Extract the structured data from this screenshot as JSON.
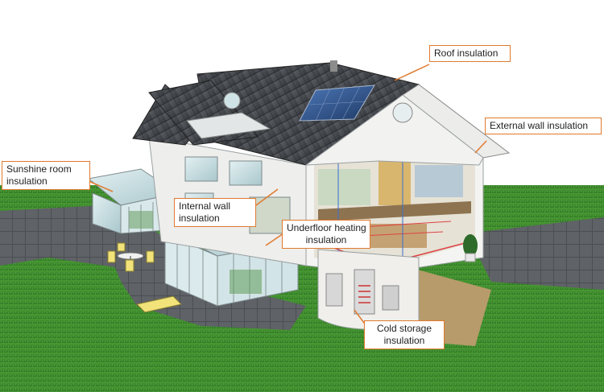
{
  "callouts": {
    "roof": {
      "lines": [
        "Roof insulation"
      ]
    },
    "external_wall": {
      "lines": [
        "External wall insulation"
      ]
    },
    "sunshine_room": {
      "lines": [
        "Sunshine room",
        "insulation"
      ]
    },
    "internal_wall": {
      "lines": [
        "Internal wall",
        "insulation"
      ]
    },
    "underfloor_heating": {
      "lines": [
        "Underfloor heating",
        "insulation"
      ]
    },
    "cold_storage": {
      "lines": [
        "Cold storage",
        "insulation"
      ]
    }
  },
  "colors": {
    "label_border": "#e07a2e",
    "leader_line": "#e07a2e",
    "roof": "#4a4d52",
    "lawn": "#3f8f2e",
    "paving": "#5b5e63",
    "wall": "#f2f2f0",
    "glass": "#cfe3e6",
    "solar_panel": "#2c4f86"
  }
}
